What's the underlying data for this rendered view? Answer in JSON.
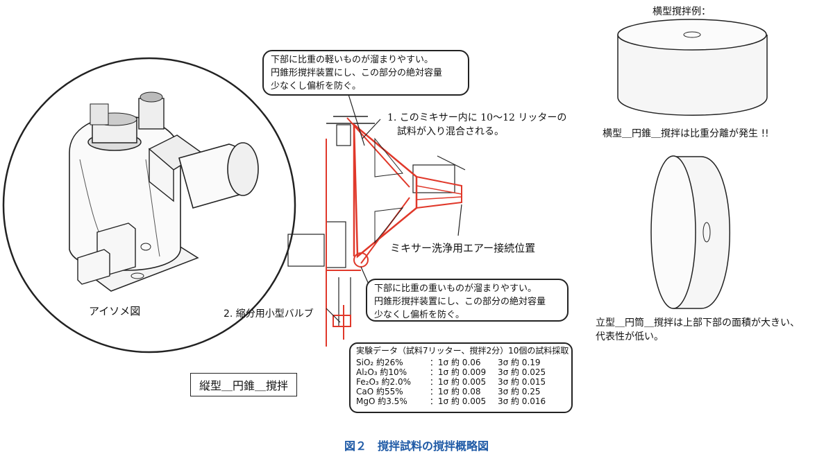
{
  "figure": {
    "caption": "図２　撹拌試料の撹拌概略図"
  },
  "labels": {
    "isometric": "アイソメ図",
    "vertical_cone_box": "縦型＿円錐＿撹拌",
    "horizontal_example_title": "横型撹拌例：",
    "horizontal_note": "横型＿円錐＿撹拌は比重分離が発生 !!",
    "vertical_note_line1": "立型＿円筒＿撹拌は上部下部の面積が大きい、",
    "vertical_note_line2": "代表性が低い。",
    "mixer_note_line1": "1. このミキサー内に 10〜12 リッターの",
    "mixer_note_line2": "試料が入り混合される。",
    "air_port": "ミキサー洗浄用エアー接続位置",
    "valve": "2. 縮分用小型バルブ"
  },
  "callouts": {
    "top": {
      "line1": "下部に比重の軽いものが溜まりやすい。",
      "line2": "円錐形撹拌装置にし、この部分の絶対容量",
      "line3": "少なくし偏析を防ぐ。"
    },
    "bottom": {
      "line1": "下部に比重の重いものが溜まりやすい。",
      "line2": "円錐形撹拌装置にし、この部分の絶対容量",
      "line3": "少なくし偏析を防ぐ。"
    }
  },
  "experiment": {
    "title": "実験データ（試料7リッター、撹拌2分）10個の試料採取",
    "rows": [
      {
        "item": "SiO₂ 約26%",
        "sigma1": "：1σ 約 0.06",
        "sigma3": "3σ 約 0.19"
      },
      {
        "item": "Al₂O₃ 約10%",
        "sigma1": "：1σ 約 0.009",
        "sigma3": "3σ 約 0.025"
      },
      {
        "item": "Fe₂O₃ 約2.0%",
        "sigma1": "：1σ 約 0.005",
        "sigma3": "3σ 約 0.015"
      },
      {
        "item": "CaO 約55%",
        "sigma1": "：1σ 約 0.08",
        "sigma3": "3σ 約 0.25"
      },
      {
        "item": "MgO 約3.5%",
        "sigma1": "：1σ 約 0.005",
        "sigma3": "3σ 約 0.016"
      }
    ]
  },
  "colors": {
    "line": "#222222",
    "highlight_red": "#e0382a",
    "caption_blue": "#1f5aa6"
  }
}
